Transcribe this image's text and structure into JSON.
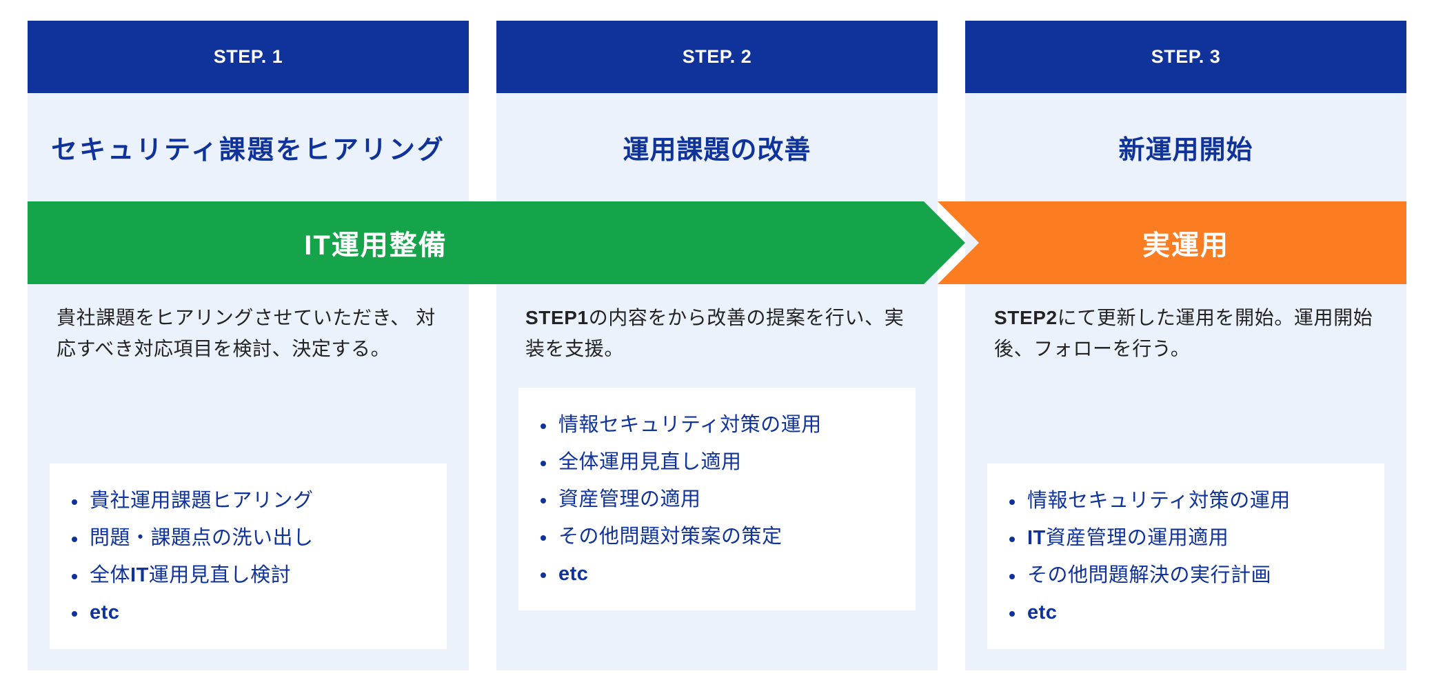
{
  "theme": {
    "header_blue": "#10339B",
    "card_bg": "#EBF2FC",
    "banner_green": "#16A44A",
    "banner_orange": "#FB7C21",
    "page_bg": "#FFFFFF",
    "bullet_box_bg": "#FFFFFF",
    "body_text": "#232323"
  },
  "banner": {
    "phase_1_label": "IT運用整備",
    "phase_2_label": "実運用"
  },
  "columns": [
    {
      "step_label": "STEP. 1",
      "title": "セキュリティ課題をヒアリング",
      "description_plain": "貴社課題をヒアリングさせていただき、 対応すべき対応項目を検討、決定する。",
      "description_html": "貴社課題をヒアリングさせていただき、 対応すべき対応項目を検討、決定する。",
      "bullets": [
        {
          "text": "貴社運用課題ヒアリング",
          "html": "貴社運用課題ヒアリング"
        },
        {
          "text": "問題・課題点の洗い出し",
          "html": "問題・課題点の洗い出し"
        },
        {
          "text": "全体IT運用見直し検討",
          "html": "全体<b>IT</b>運用見直し検討"
        },
        {
          "text": "etc",
          "html": "<b>etc</b>"
        }
      ]
    },
    {
      "step_label": "STEP. 2",
      "title": "運用課題の改善",
      "description_plain": "STEP1の内容をから改善の提案を行い、実装を支援。",
      "description_html": "<b>STEP1</b>の内容をから改善の提案を行い、実装を支援。",
      "bullets": [
        {
          "text": "情報セキュリティ対策の運用",
          "html": "情報セキュリティ対策の運用"
        },
        {
          "text": "全体運用見直し適用",
          "html": "全体運用見直し適用"
        },
        {
          "text": "資産管理の適用",
          "html": "資産管理の適用"
        },
        {
          "text": "その他問題対策案の策定",
          "html": "その他問題対策案の策定"
        },
        {
          "text": "etc",
          "html": "<b>etc</b>"
        }
      ]
    },
    {
      "step_label": "STEP. 3",
      "title": "新運用開始",
      "description_plain": "STEP2にて更新した運用を開始。運用開始後、フォローを行う。",
      "description_html": "<b>STEP2</b>にて更新した運用を開始。運用開始後、フォローを行う。",
      "bullets": [
        {
          "text": "情報セキュリティ対策の運用",
          "html": "情報セキュリティ対策の運用"
        },
        {
          "text": "IT資産管理の運用適用",
          "html": "<b>IT</b>資産管理の運用適用"
        },
        {
          "text": "その他問題解決の実行計画",
          "html": "その他問題解決の実行計画"
        },
        {
          "text": "etc",
          "html": "<b>etc</b>"
        }
      ]
    }
  ]
}
